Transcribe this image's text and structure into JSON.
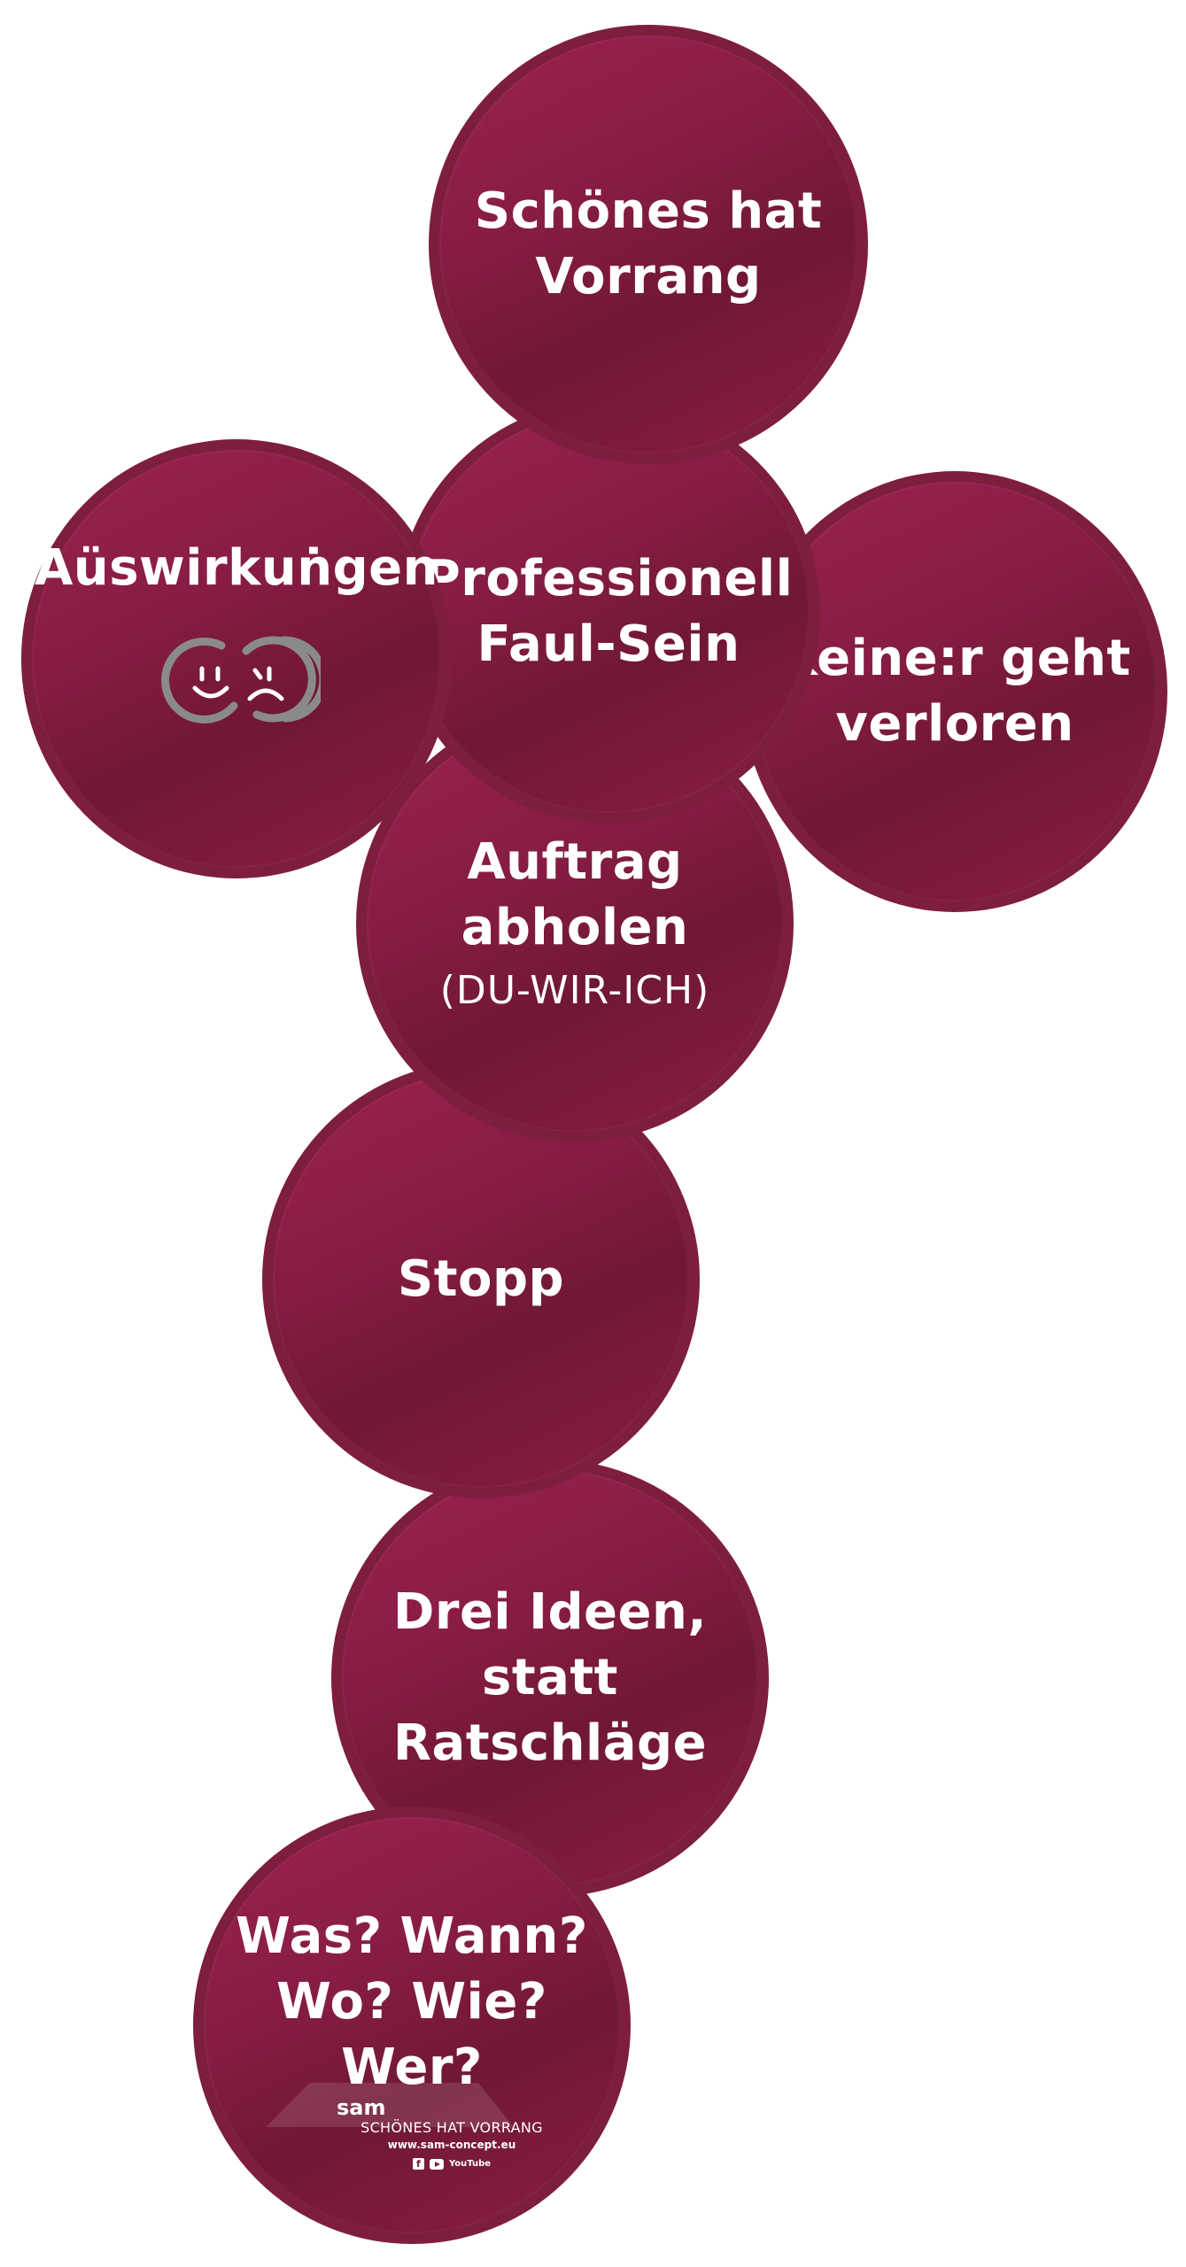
{
  "bubbles": {
    "schones": {
      "label": "Schönes hat\nVorrang"
    },
    "professionell": {
      "label": "Professionell\nFaul-Sein"
    },
    "keine": {
      "label": "Keine:r geht\nverloren"
    },
    "auswirkungen": {
      "label": "Aüswirkuṅgen",
      "icon": "happy-sad-faces-icon"
    },
    "auftrag": {
      "label": "Auftrag\nabholen",
      "sublabel": "(DU-WIR-ICH)"
    },
    "stopp": {
      "label": "Stopp"
    },
    "drei": {
      "label": "Drei Ideen,\nstatt\nRatschläge"
    },
    "was": {
      "label": "Was? Wann?\nWo? Wie?\nWer?"
    }
  },
  "footer": {
    "brand": "sam",
    "slogan": "SCHÖNES HAT VORRANG",
    "url": "www.sam-concept.eu",
    "facebook_glyph": "f",
    "youtube_label": "YouTube"
  },
  "colors": {
    "bubble_fill": "#861c44",
    "bubble_border": "#7e1e3e",
    "text": "#ffffff",
    "icon_gray": "#8a8a8a"
  }
}
